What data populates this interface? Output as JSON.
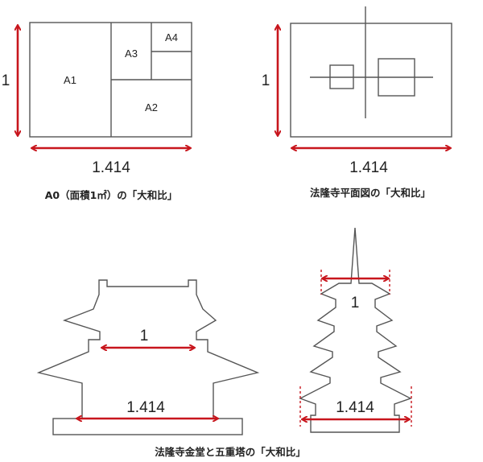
{
  "colors": {
    "accent_red": "#c8161d",
    "line_gray": "#555555",
    "text": "#222222"
  },
  "panel_a0": {
    "side_label": "1",
    "bottom_label": "1.414",
    "cells": [
      "A1",
      "A2",
      "A3",
      "A4"
    ],
    "caption": "A0（面積1㎡）の「大和比」"
  },
  "panel_plan": {
    "side_label": "1",
    "bottom_label": "1.414",
    "caption": "法隆寺平面図の「大和比」"
  },
  "panel_kondo": {
    "inner_label": "1",
    "base_label": "1.414"
  },
  "panel_pagoda": {
    "top_label": "1",
    "base_label": "1.414"
  },
  "bottom_caption": "法隆寺金堂と五重塔の「大和比」"
}
